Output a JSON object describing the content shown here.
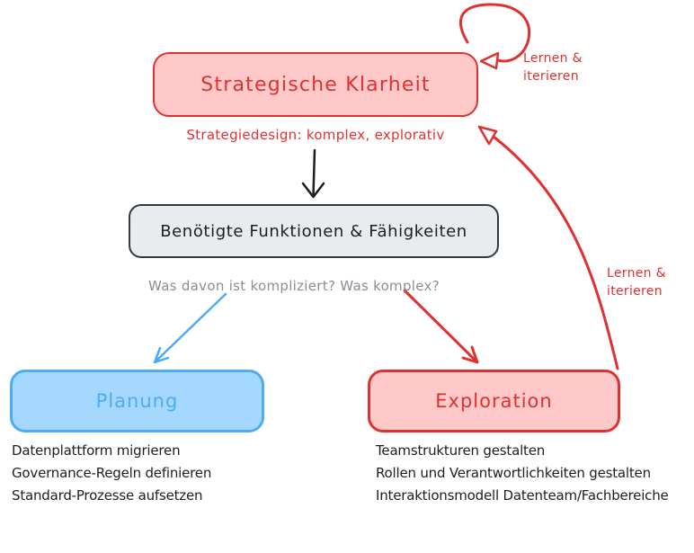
{
  "nodes": {
    "strategische_klarheit": {
      "label": "Strategische Klarheit",
      "fill": "#ffc9c9",
      "stroke": "#e03131"
    },
    "funktionen": {
      "label": "Benötigte Funktionen & Fähigkeiten",
      "fill": "#e9ecef",
      "stroke": "#343a40"
    },
    "planung": {
      "label": "Planung",
      "fill": "#a5d8ff",
      "stroke": "#4dabf7"
    },
    "exploration": {
      "label": "Exploration",
      "fill": "#ffc9c9",
      "stroke": "#e03131"
    }
  },
  "captions": {
    "strategy": {
      "text": "Strategiedesign: komplex, explorativ",
      "color": "#e03131"
    },
    "question": {
      "text": "Was davon ist kompliziert? Was komplex?",
      "color": "#868e96"
    }
  },
  "labels": {
    "loop": {
      "text": "Lernen &\niterieren",
      "color": "#e03131"
    },
    "feedback": {
      "text": "Lernen &\niterieren",
      "color": "#e03131"
    }
  },
  "lists": {
    "planung": {
      "items": [
        "Datenplattform migrieren",
        "Governance-Regeln definieren",
        "Standard-Prozesse aufsetzen"
      ]
    },
    "exploration": {
      "items": [
        "Teamstrukturen gestalten",
        "Rollen und Verantwortlichkeiten gestalten",
        "Interaktionsmodell Datenteam/Fachbereiche"
      ]
    }
  },
  "arrows": {
    "self_loop": {
      "color": "#e03131",
      "from": "strategische_klarheit",
      "to": "strategische_klarheit"
    },
    "down": {
      "color": "#1e1e1e",
      "from": "strategische_klarheit",
      "to": "funktionen"
    },
    "to_planung": {
      "color": "#4dabf7",
      "from": "funktionen",
      "to": "planung"
    },
    "to_exploration": {
      "color": "#e03131",
      "from": "funktionen",
      "to": "exploration"
    },
    "feedback": {
      "color": "#e03131",
      "from": "exploration",
      "to": "strategische_klarheit"
    }
  },
  "colors": {
    "red": "#e03131",
    "pink_fill": "#ffc9c9",
    "blue": "#4dabf7",
    "blue_fill": "#a5d8ff",
    "gray_fill": "#e9ecef",
    "dark": "#1e1e1e",
    "gray_text": "#868e96",
    "background": "#ffffff"
  }
}
